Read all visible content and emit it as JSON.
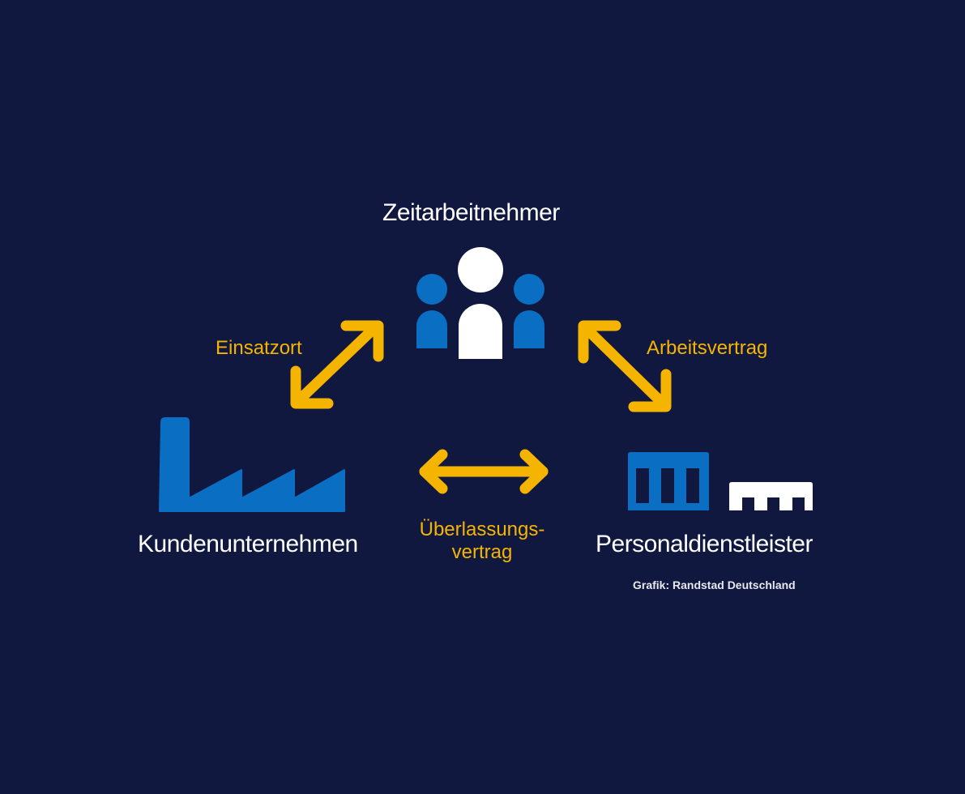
{
  "colors": {
    "background": "#101840",
    "accent_yellow": "#f5b400",
    "icon_blue": "#0a6ec2",
    "icon_white": "#ffffff"
  },
  "nodes": {
    "top": {
      "label": "Zeitarbeitnehmer",
      "icon": "people-group-icon"
    },
    "left": {
      "label": "Kundenunternehmen",
      "icon": "factory-icon"
    },
    "right": {
      "label": "Personaldienstleister",
      "icon": "office-buildings-icon"
    }
  },
  "relations": {
    "left_top": {
      "label": "Einsatzort",
      "icon": "double-arrow-diagonal-icon"
    },
    "top_right": {
      "label": "Arbeitsvertrag",
      "icon": "double-arrow-diagonal-icon"
    },
    "left_right": {
      "label_line1": "Überlassungs-",
      "label_line2": "vertrag",
      "icon": "double-arrow-horizontal-icon"
    }
  },
  "credit": "Grafik: Randstad Deutschland"
}
